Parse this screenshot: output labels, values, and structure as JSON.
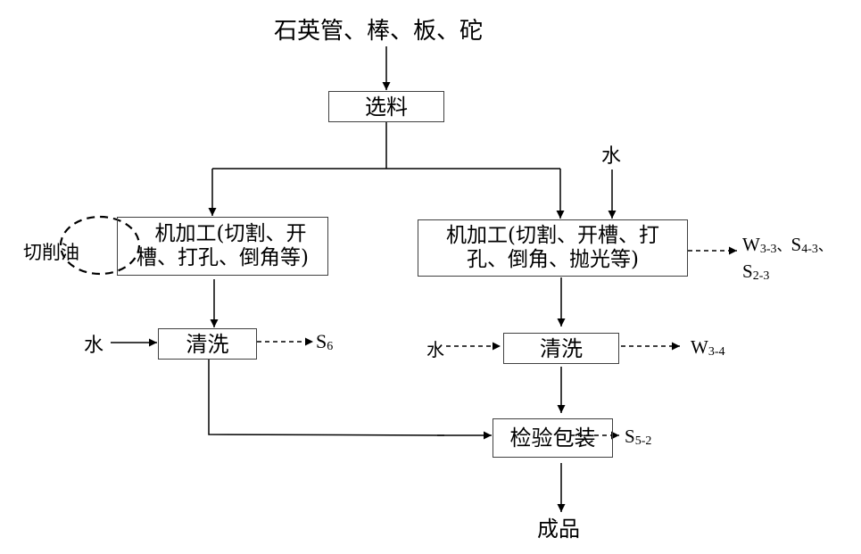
{
  "diagram": {
    "type": "process-flow",
    "input": "石英管、棒、板、砣",
    "select": "选料",
    "left_branch": {
      "machining_line1": "机加工(切割、开",
      "machining_line2": "槽、打孔、倒角等)",
      "aux_input": "切削油",
      "cleaning": "清洗",
      "cleaning_water": "水",
      "cleaning_output": {
        "letter": "S",
        "sub": "6"
      }
    },
    "right_branch": {
      "water_in": "水",
      "machining_line1": "机加工(切割、开槽、打",
      "machining_line2": "孔、倒角、抛光等)",
      "machining_outputs": [
        {
          "letter": "W",
          "sub": "3-3",
          "sep": "、"
        },
        {
          "letter": "S",
          "sub": "4-3",
          "sep": "、"
        },
        {
          "letter": "S",
          "sub": "2-3",
          "sep": ""
        }
      ],
      "cleaning": "清洗",
      "cleaning_water": "水",
      "cleaning_output": {
        "letter": "W",
        "sub": "3-4"
      }
    },
    "inspection": "检验包装",
    "inspection_output": {
      "letter": "S",
      "sub": "5-2"
    },
    "product": "成品"
  }
}
